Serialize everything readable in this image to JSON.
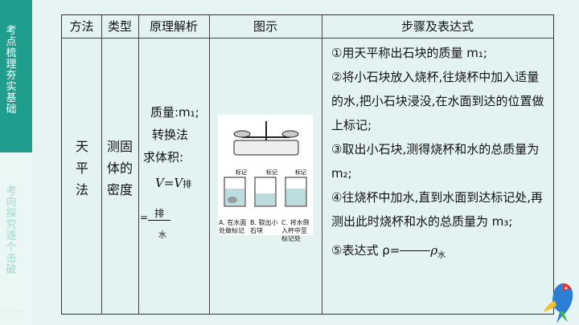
{
  "sidebar": {
    "active_label": "考点梳理 夯实基础",
    "inactive_label": "考向探究 逐个击破"
  },
  "table": {
    "headers": [
      "方法",
      "类型",
      "原理解析",
      "图示",
      "步骤及表达式"
    ],
    "method": "天平法",
    "type": "测固体的密度",
    "principle": {
      "line1": "质量:m₁;",
      "line2": "转换法",
      "line3": "求体积:",
      "line4": "V=V",
      "line4_sub": "排",
      "frac_num": "排",
      "frac_den": "水"
    },
    "figure": {
      "captions": [
        "A. 在水面处做标记",
        "B. 取出小石块",
        "C. 将水倒入杯中至标记处"
      ],
      "tag": "标记"
    },
    "steps": [
      "①用天平称出石块的质量 m₁;",
      "②将小石块放入烧杯,往烧杯中加入适量的水,把小石块浸没,在水面到达的位置做上标记;",
      "③取出小石块,测得烧杯和水的总质量为 m₂;",
      "④往烧杯中加水,直到水面到达标记处,再测出此时烧杯和水的总质量为 m₃;"
    ],
    "step5_prefix": "⑤表达式 ρ=",
    "step5_suffix": "ρ",
    "step5_sub": "水"
  }
}
